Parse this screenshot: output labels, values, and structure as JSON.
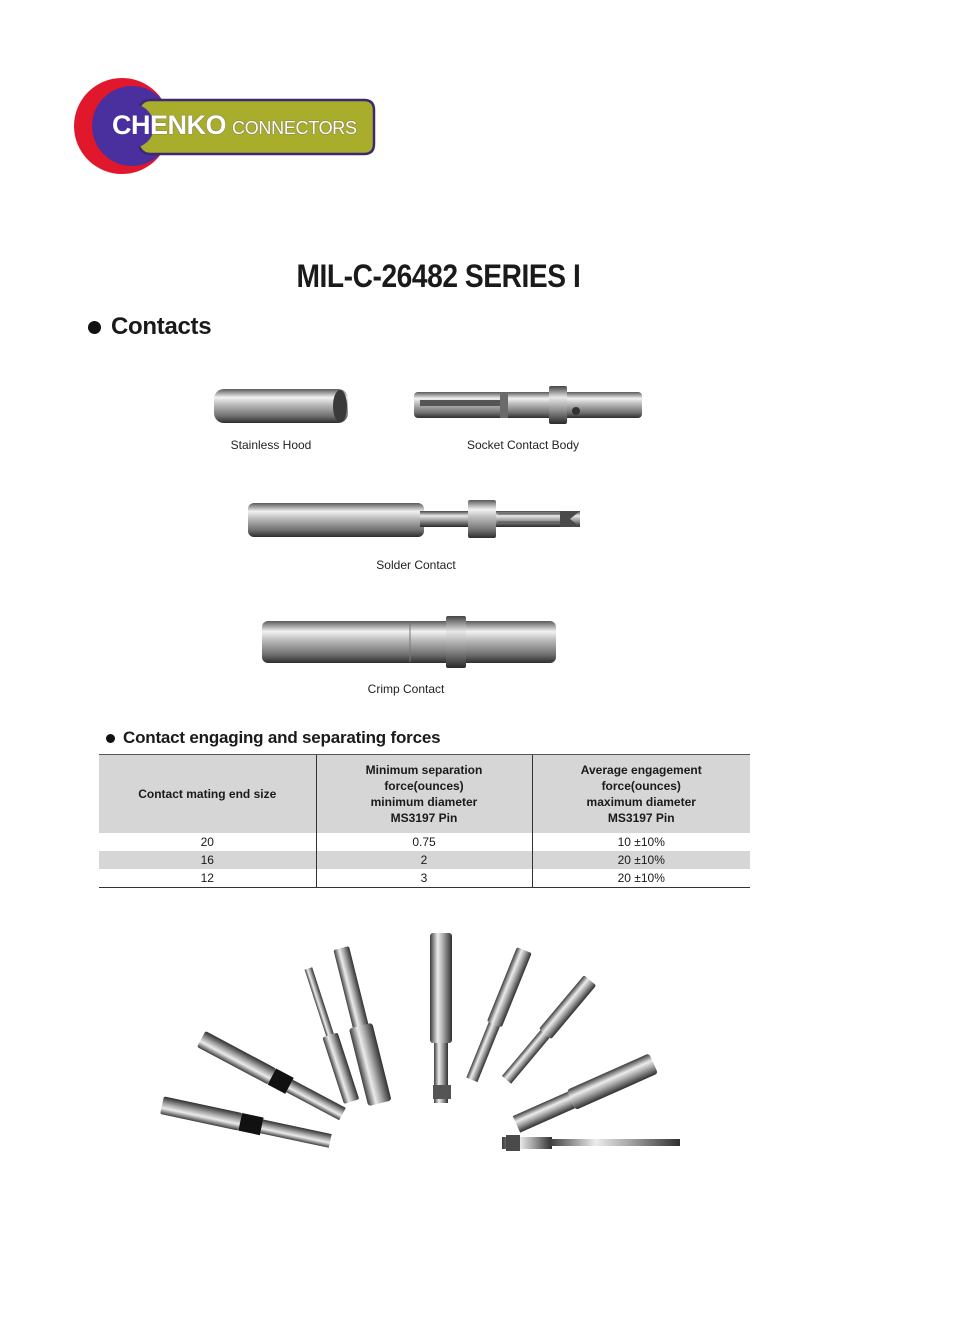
{
  "logo": {
    "brand": "CHENKO",
    "sub": "CONNECTORS",
    "colors": {
      "red": "#e1182c",
      "purple": "#4a2f9e",
      "olive": "#a8ad2c"
    }
  },
  "title": "MIL-C-26482 SERIES I",
  "section": "Contacts",
  "captions": {
    "hood": "Stainless Hood",
    "socket": "Socket Contact Body",
    "solder": "Solder Contact",
    "crimp": "Crimp Contact"
  },
  "subsection": "Contact engaging and separating forces",
  "table": {
    "headers": [
      [
        "Contact mating end size"
      ],
      [
        "Minimum separation",
        "force(ounces)",
        "minimum diameter",
        "MS3197 Pin"
      ],
      [
        "Average engagement",
        "force(ounces)",
        "maximum diameter",
        "MS3197 Pin"
      ]
    ],
    "rows": [
      [
        "20",
        "0.75",
        "10 ±10%"
      ],
      [
        "16",
        "2",
        "20 ±10%"
      ],
      [
        "12",
        "3",
        "20 ±10%"
      ]
    ]
  }
}
